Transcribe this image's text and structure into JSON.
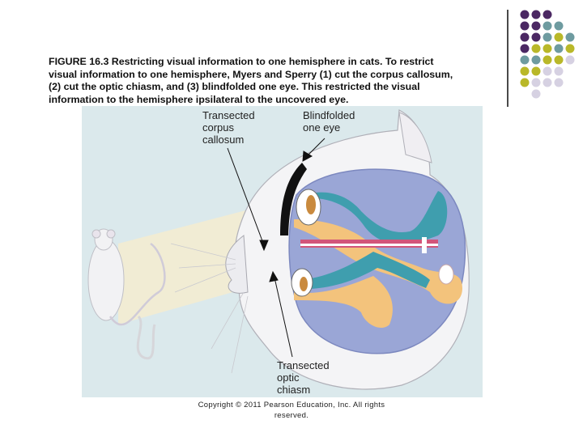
{
  "slide": {
    "caption": "FIGURE 16.3 Restricting visual information to one hemisphere in cats. To restrict visual information to one hemisphere, Myers and Sperry (1) cut the corpus callosum, (2) cut the optic chiasm, and (3) blindfolded one eye. This restricted the visual information to the hemisphere ipsilateral to the uncovered eye.",
    "copyright": "Copyright © 2011 Pearson Education, Inc. All rights reserved."
  },
  "figure": {
    "labels": {
      "corpus_callosum": [
        "Transected",
        "corpus",
        "callosum"
      ],
      "blindfold": [
        "Blindfolded",
        "one eye"
      ],
      "chiasm": [
        "Transected",
        "optic",
        "chiasm"
      ]
    }
  },
  "colors": {
    "purple": "#4b2863",
    "teal": "#6e9ba0",
    "olive": "#b9b829",
    "lavender": "#d6d1e2",
    "brain": "#9aa6d6",
    "optic_teal": "#3f9eae",
    "optic_tan": "#f3c37c",
    "background_blue": "#dbe9ec"
  }
}
